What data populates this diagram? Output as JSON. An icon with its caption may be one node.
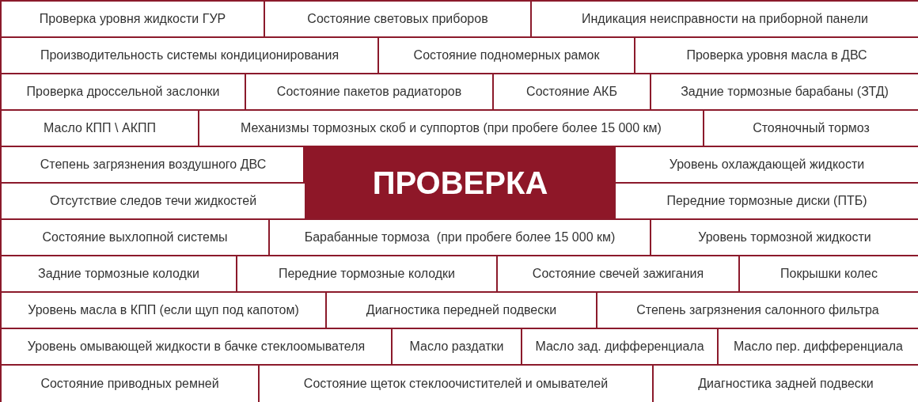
{
  "diagram": {
    "nodes": [
      {
        "text": [
          "Проверка уровня жидкости ГУР"
        ]
      },
      {
        "text": [
          "Состояние световых приборов"
        ]
      },
      {
        "text": [
          "Индикация неисправности на приборной панели"
        ]
      },
      {
        "text": [
          "Производительность системы кондиционирования"
        ]
      },
      {
        "text": [
          "Состояние подномерных рамок"
        ]
      },
      {
        "text": [
          "Проверка уровня масла в ДВС"
        ]
      },
      {
        "text": [
          "Проверка дроссельной заслонки"
        ]
      },
      {
        "text": [
          "Состояние пакетов радиаторов"
        ]
      },
      {
        "text": [
          "Состояние АКБ"
        ]
      },
      {
        "text": [
          "Задние тормозные барабаны (ЗТД)"
        ]
      },
      {
        "text": [
          "Масло КПП \\ АКПП"
        ]
      },
      {
        "text": [
          "Механизмы тормозных скоб и суппортов (при пробеге более 15 000 км)"
        ]
      },
      {
        "text": [
          "Стояночный тормоз"
        ]
      },
      {
        "text": [
          "Степень загрязнения воздушного ДВС"
        ]
      },
      {
        "text": [
          "ПРОВЕРКА"
        ]
      },
      {
        "text": [
          "Уровень охлаждающей жидкости"
        ]
      },
      {
        "text": [
          "Отсутствие следов течи жидкостей"
        ]
      },
      {
        "text": [
          "Передние тормозные диски (ПТБ)"
        ]
      },
      {
        "text": [
          "Состояние выхлопной системы"
        ]
      },
      {
        "text": [
          "Барабанные тормоза  (при пробеге более 15 000 км)"
        ]
      },
      {
        "text": [
          "Уровень тормозной жидкости"
        ]
      },
      {
        "text": [
          "Задние тормозные колодки"
        ]
      },
      {
        "text": [
          "Передние тормозные колодки"
        ]
      },
      {
        "text": [
          "Состояние свечей зажигания"
        ]
      },
      {
        "text": [
          "Покрышки колес"
        ]
      },
      {
        "text": [
          "Уровень масла в КПП (если щуп под капотом)"
        ]
      },
      {
        "text": [
          "Диагностика передней подвески"
        ]
      },
      {
        "text": [
          "Степень загрязнения салонного фильтра"
        ]
      },
      {
        "text": [
          "Уровень омывающей жидкости в бачке стеклоомывателя"
        ]
      },
      {
        "text": [
          "Масло раздатки"
        ]
      },
      {
        "text": [
          "Масло зад. дифференциала"
        ]
      },
      {
        "text": [
          "Масло пер. дифференциала"
        ]
      },
      {
        "text": [
          "Состояние приводных ремней"
        ]
      },
      {
        "text": [
          "Состояние щеток стеклоочистителей и омывателей"
        ]
      },
      {
        "text": [
          "Диагностика задней подвески"
        ]
      }
    ]
  }
}
